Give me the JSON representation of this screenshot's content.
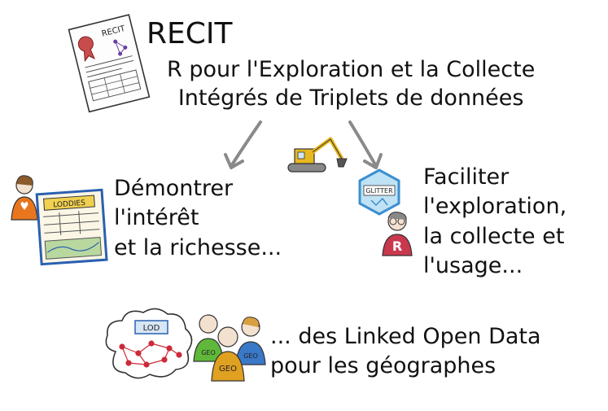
{
  "title": "RECIT",
  "subtitle_lines": [
    "R pour l'Exploration et la Collecte",
    "Intégrés de Triplets de données"
  ],
  "left_block": [
    "Démontrer",
    "l'intérêt",
    "et la richesse..."
  ],
  "right_block": [
    "Faciliter",
    "l'exploration,",
    "la collecte et",
    "l'usage..."
  ],
  "bottom_block": [
    "... des Linked Open Data",
    "pour les géographes"
  ],
  "illustrations": {
    "document_label": "RECIT",
    "board_label": "LODDIES",
    "hex_label": "GLITTER",
    "cloud_label": "LOD",
    "r_badge": "R",
    "geo_label": "GEO"
  },
  "colors": {
    "arrow": "#8a8a8a",
    "seal": "#c94c4c",
    "excavator": "#e8b820",
    "hex": "#3b8fd0",
    "r_badge": "#c8384e",
    "geo_green": "#5fb83a",
    "geo_blue": "#3a78c8",
    "geo_orange": "#e0a020",
    "graph_nodes": "#cc2a3a"
  }
}
